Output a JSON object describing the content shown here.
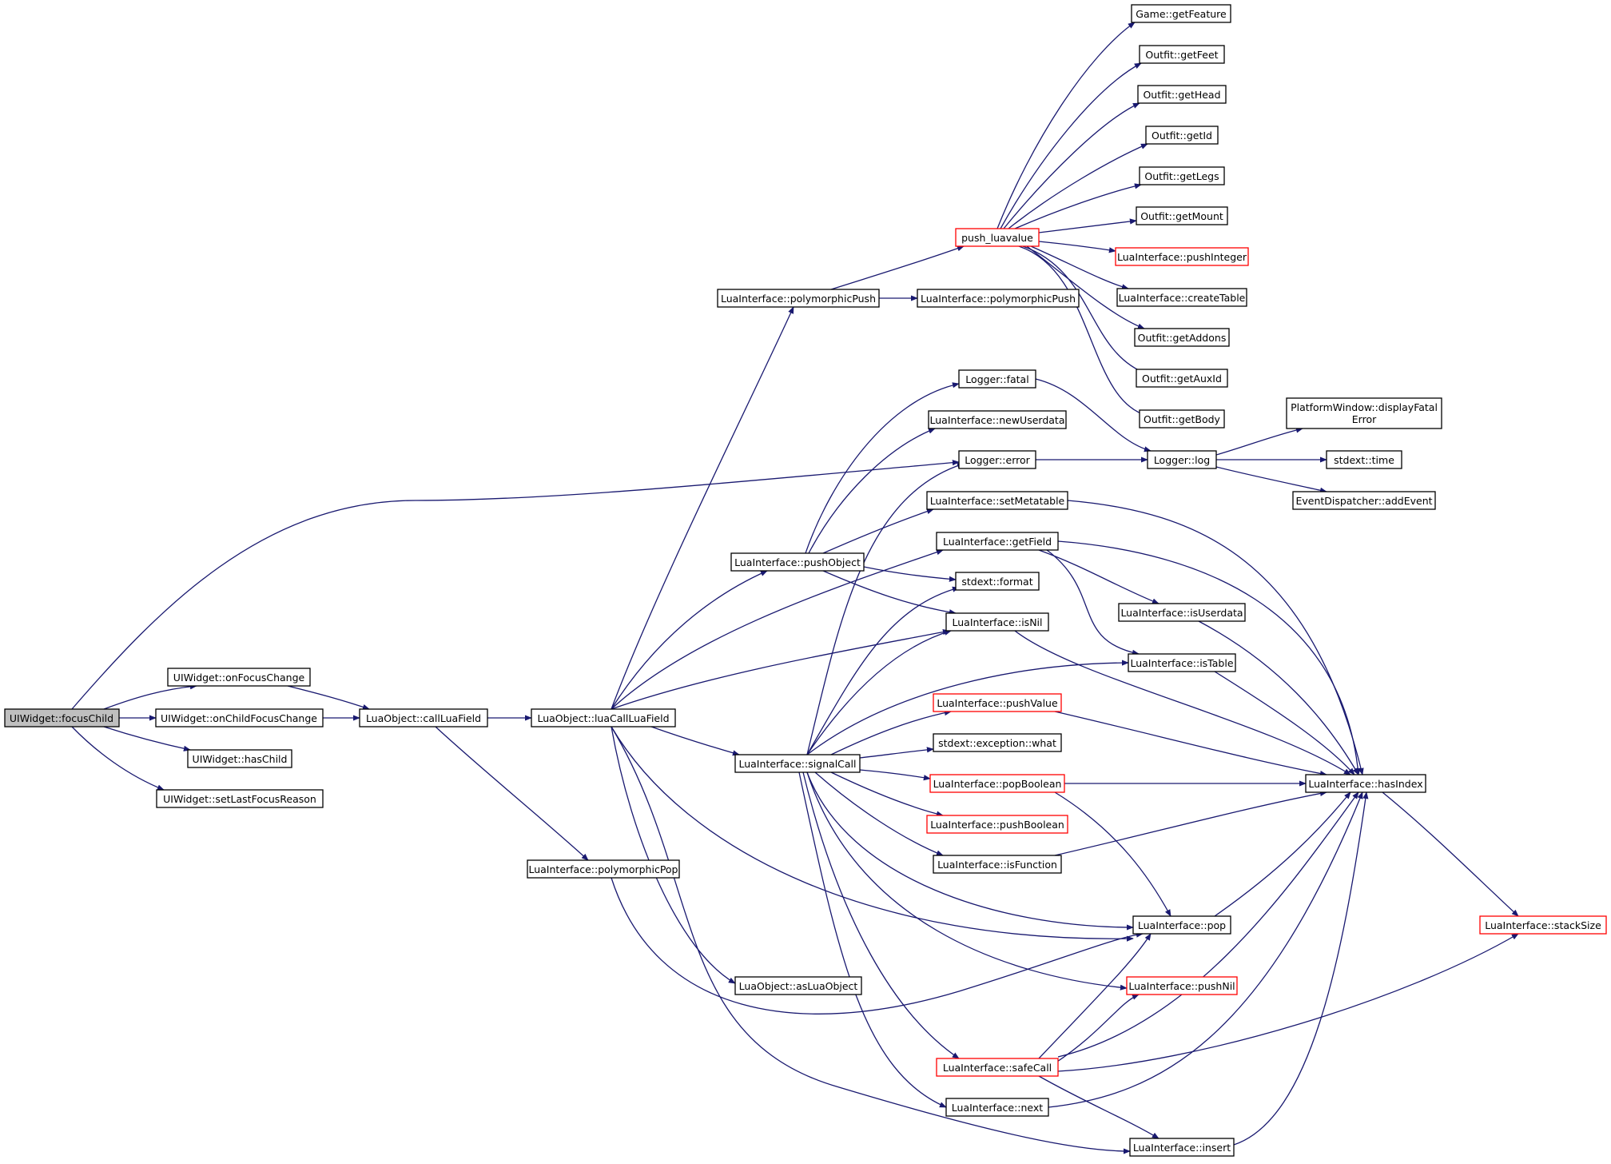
{
  "colors": {
    "edge": "#191970",
    "node_border": "#000000",
    "truncated_border": "#ff0000",
    "root_fill": "#bfbfbf",
    "node_fill": "#ffffff"
  },
  "nodes": {
    "focusChild": "UIWidget::focusChild",
    "onFocusChange": "UIWidget::onFocusChange",
    "onChildFocusChange": "UIWidget::onChildFocusChange",
    "hasChild": "UIWidget::hasChild",
    "setLastFocusReason": "UIWidget::setLastFocusReason",
    "callLuaField": "LuaObject::callLuaField",
    "luaCallLuaField": "LuaObject::luaCallLuaField",
    "polymorphicPop": "LuaInterface::polymorphicPop",
    "polymorphicPush1": "LuaInterface::polymorphicPush",
    "polymorphicPush2": "LuaInterface::polymorphicPush",
    "pushObject": "LuaInterface::pushObject",
    "signalCall": "LuaInterface::signalCall",
    "asLuaObject": "LuaObject::asLuaObject",
    "push_luavalue": "push_luavalue",
    "loggerFatal": "Logger::fatal",
    "newUserdata": "LuaInterface::newUserdata",
    "loggerError": "Logger::error",
    "setMetatable": "LuaInterface::setMetatable",
    "getField": "LuaInterface::getField",
    "format": "stdext::format",
    "isNil": "LuaInterface::isNil",
    "pushValue": "LuaInterface::pushValue",
    "exceptionWhat": "stdext::exception::what",
    "popBoolean": "LuaInterface::popBoolean",
    "pushBoolean": "LuaInterface::pushBoolean",
    "isFunction": "LuaInterface::isFunction",
    "safeCall": "LuaInterface::safeCall",
    "next": "LuaInterface::next",
    "getFeature": "Game::getFeature",
    "getFeet": "Outfit::getFeet",
    "getHead": "Outfit::getHead",
    "getId": "Outfit::getId",
    "getLegs": "Outfit::getLegs",
    "getMount": "Outfit::getMount",
    "pushInteger": "LuaInterface::pushInteger",
    "createTable": "LuaInterface::createTable",
    "getAddons": "Outfit::getAddons",
    "getAuxId": "Outfit::getAuxId",
    "getBody": "Outfit::getBody",
    "loggerLog": "Logger::log",
    "isUserdata": "LuaInterface::isUserdata",
    "isTable": "LuaInterface::isTable",
    "pop": "LuaInterface::pop",
    "pushNil": "LuaInterface::pushNil",
    "insert": "LuaInterface::insert",
    "displayFatal1": "PlatformWindow::displayFatal",
    "displayFatal2": "Error",
    "stdextTime": "stdext::time",
    "addEvent": "EventDispatcher::addEvent",
    "hasIndex": "LuaInterface::hasIndex",
    "stackSize": "LuaInterface::stackSize"
  }
}
